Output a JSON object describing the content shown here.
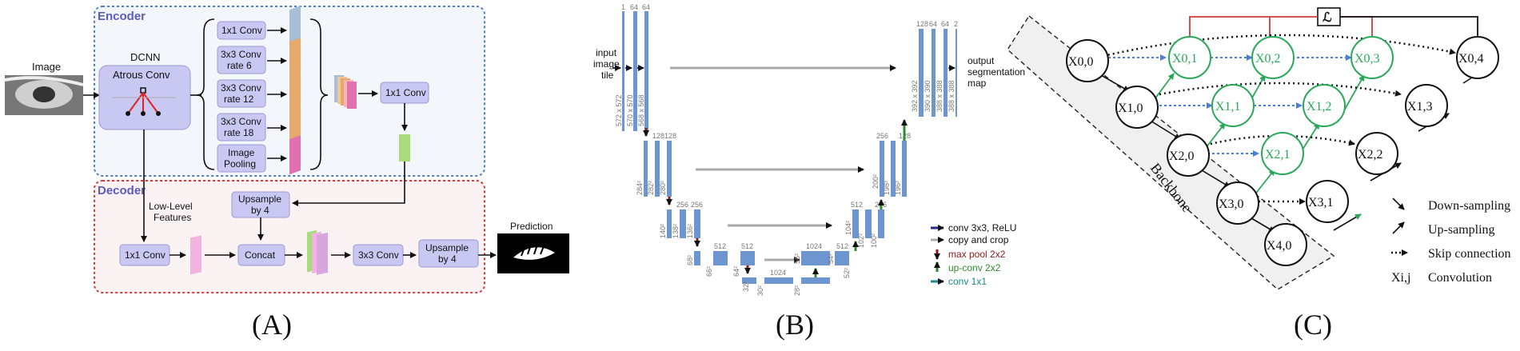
{
  "panel_a": {
    "caption": "(A)",
    "encoder_title": "Encoder",
    "decoder_title": "Decoder",
    "image_label": "Image",
    "dcnn_label": "DCNN",
    "atrous_label": "Atrous Conv",
    "branches": [
      "1x1 Conv",
      "3x3 Conv",
      "rate 6",
      "3x3 Conv",
      "rate 12",
      "3x3 Conv",
      "rate 18",
      "Image",
      "Pooling"
    ],
    "post_conv": "1x1 Conv",
    "low_level_1": "Low-Level",
    "low_level_2": "Features",
    "dec_conv": "1x1 Conv",
    "upsample_top_1": "Upsample",
    "upsample_top_2": "by 4",
    "concat": "Concat",
    "conv3": "3x3 Conv",
    "upsample_bot_1": "Upsample",
    "upsample_bot_2": "by 4",
    "prediction": "Prediction",
    "colors": {
      "encoder": "#4f7fc4",
      "decoder": "#d73b3b",
      "box": "#c9c8f2",
      "title": "#5b5bc0"
    }
  },
  "panel_b": {
    "caption": "(B)",
    "input_1": "input",
    "input_2": "image",
    "input_3": "tile",
    "output_1": "output",
    "output_2": "segmentation",
    "output_3": "map",
    "channel_labels": [
      "1",
      "64",
      "64",
      "128",
      "128",
      "256",
      "256",
      "512",
      "512",
      "1024",
      "512",
      "256",
      "128",
      "128",
      "64",
      "64",
      "2"
    ],
    "size_labels": [
      "572 x 572",
      "570 x 570",
      "568 x 568",
      "284²",
      "282²",
      "280²",
      "140²",
      "138²",
      "136²",
      "68²",
      "66²",
      "64²",
      "32²",
      "30²",
      "28²",
      "56²",
      "54²",
      "52²",
      "104²",
      "102²",
      "100²",
      "200²",
      "198²",
      "196²",
      "392 x 392",
      "390 x 390",
      "388 x 388",
      "388 x 388"
    ],
    "legend": [
      "conv 3x3, ReLU",
      "copy and crop",
      "max pool 2x2",
      "up-conv 2x2",
      "conv 1x1"
    ],
    "colors": {
      "conv": "#1f2e8c",
      "copy": "#aaaaaa",
      "pool": "#8b1b1b",
      "up": "#2e8b2e",
      "conv1": "#1a8a8a",
      "map": "#6d95cf"
    }
  },
  "panel_c": {
    "caption": "(C)",
    "loss": "ℒ",
    "backbone": "Backbone",
    "nodes": [
      "X0,0",
      "X1,0",
      "X2,0",
      "X3,0",
      "X4,0",
      "X0,1",
      "X1,1",
      "X2,1",
      "X0,2",
      "X1,2",
      "X0,3",
      "X3,1",
      "X2,2",
      "X1,3",
      "X0,4"
    ],
    "legend": [
      "Down-sampling",
      "Up-sampling",
      "Skip connection",
      "Convolution"
    ],
    "legend_symbol": "Xi,j",
    "colors": {
      "green": "#2aa85a",
      "blue_skip": "#4a7fd6",
      "red": "#d23b3b"
    }
  }
}
